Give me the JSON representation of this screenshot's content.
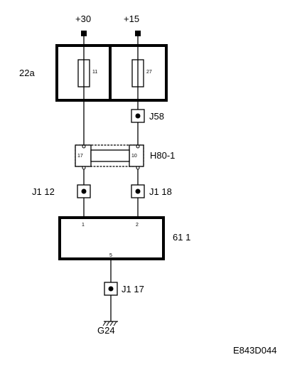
{
  "supply": {
    "left_label": "+30",
    "right_label": "+15"
  },
  "fuse_block": {
    "label": "22a",
    "fuse_left_number": "11",
    "fuse_right_number": "27"
  },
  "connector_j58": {
    "label": "J58"
  },
  "relay_h80": {
    "label": "H80-1",
    "pin_left": "17",
    "pin_right": "10"
  },
  "connector_j1_left": {
    "label": "J1  12"
  },
  "connector_j1_right": {
    "label": "J1  18"
  },
  "module_61": {
    "label": "61  1",
    "pin_left": "1",
    "pin_right": "2",
    "pin_bottom": "5"
  },
  "connector_j1_bottom": {
    "label": "J1  17"
  },
  "ground": {
    "label": "G24"
  },
  "diagram_id": "E843D044",
  "colors": {
    "ink": "#000000",
    "background": "#ffffff"
  }
}
